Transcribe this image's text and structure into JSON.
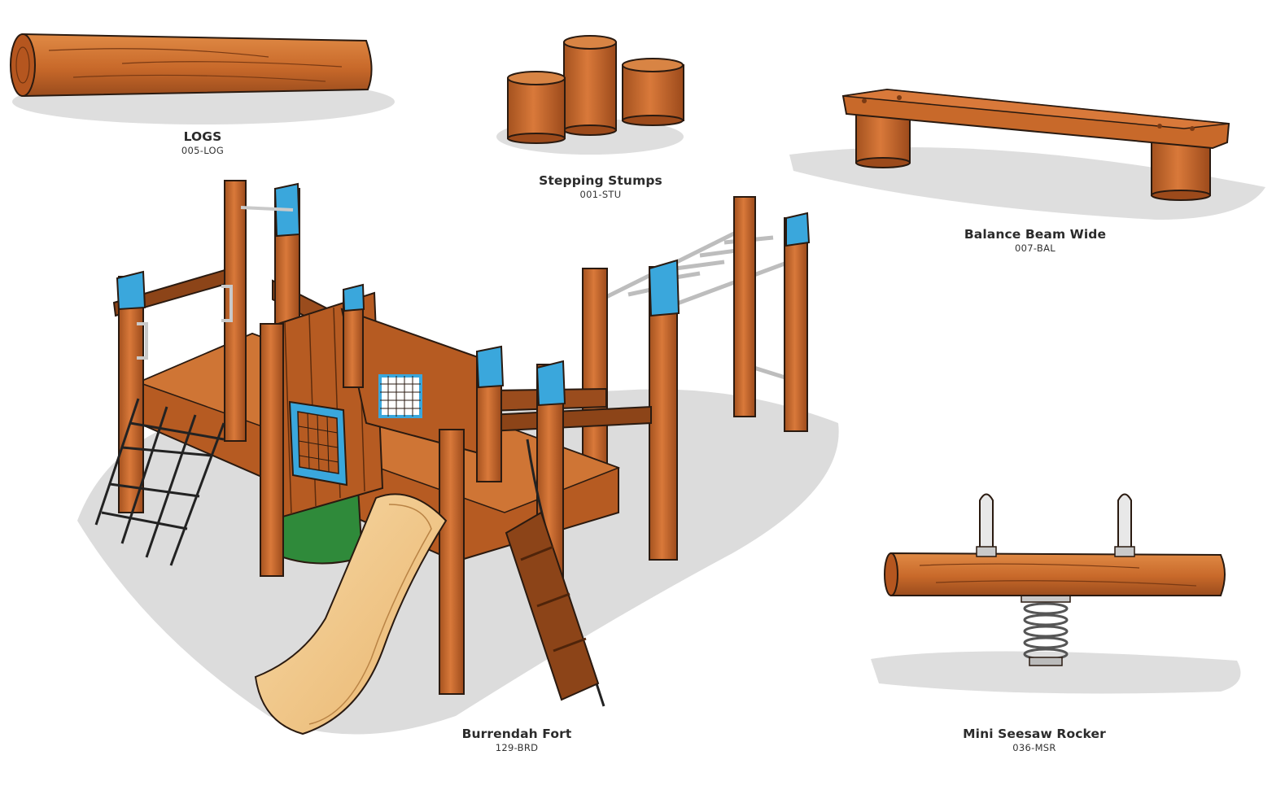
{
  "products": [
    {
      "id": "logs",
      "name": "LOGS",
      "code": "005-LOG"
    },
    {
      "id": "stumps",
      "name": "Stepping Stumps",
      "code": "001-STU"
    },
    {
      "id": "beam",
      "name": "Balance Beam Wide",
      "code": "007-BAL"
    },
    {
      "id": "fort",
      "name": "Burrendah Fort",
      "code": "129-BRD"
    },
    {
      "id": "seesaw",
      "name": "Mini Seesaw Rocker",
      "code": "036-MSR"
    }
  ],
  "colors": {
    "timber": "#c8692a",
    "timber_dark": "#8c4418",
    "timber_light": "#e08a45",
    "shadow": "#dcdcdc",
    "cap_blue": "#3aa7dc",
    "slide": "#f3c98a",
    "tunnel": "#2f8a3a",
    "metal": "#c9c9c9",
    "outline": "#2a1a10"
  }
}
